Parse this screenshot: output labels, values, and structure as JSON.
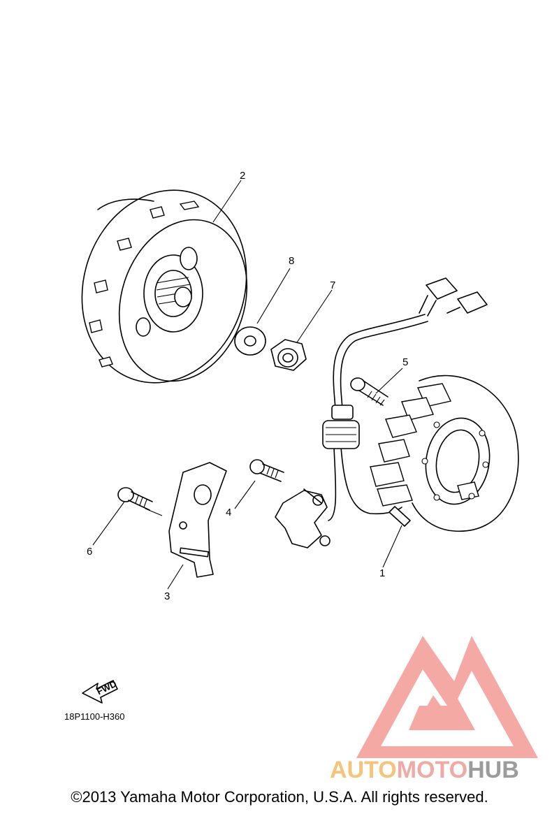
{
  "callouts": [
    {
      "id": "1",
      "text": "1"
    },
    {
      "id": "2",
      "text": "2"
    },
    {
      "id": "3",
      "text": "3"
    },
    {
      "id": "4",
      "text": "4"
    },
    {
      "id": "5",
      "text": "5"
    },
    {
      "id": "6",
      "text": "6"
    },
    {
      "id": "7",
      "text": "7"
    },
    {
      "id": "8",
      "text": "8"
    }
  ],
  "fwd_label": "FWD",
  "diagram_code": "18P1100-H360",
  "watermark": {
    "auto": "AUTO",
    "moto": "MOTO",
    "hub": "HUB",
    "colors": {
      "auto": "#f5c37a",
      "moto": "#f0aaa6",
      "hub": "#9c9c9c",
      "logo": "#f4a5a0"
    }
  },
  "copyright": "©2013 Yamaha Motor Corporation, U.S.A. All rights reserved."
}
